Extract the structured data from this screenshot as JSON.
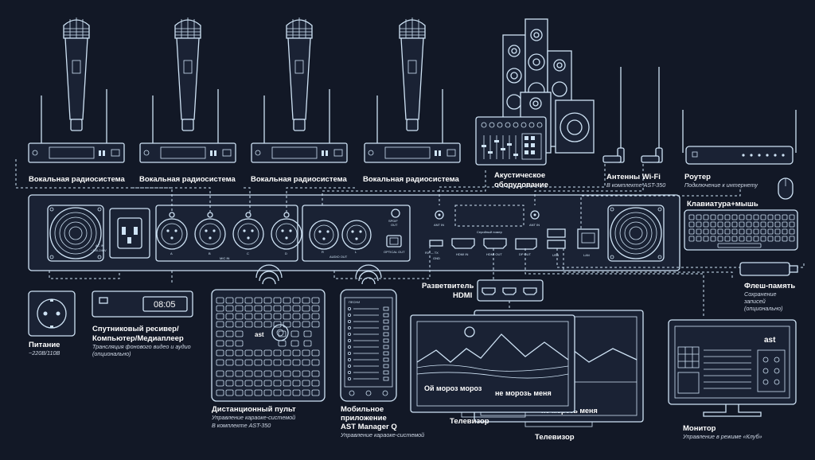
{
  "colors": {
    "background": "#121826",
    "line": "#cfe3f5",
    "text": "#ffffff",
    "subtext": "#cfd8e6"
  },
  "labels": {
    "mic1": "Вокальная радиосистема",
    "mic2": "Вокальная радиосистема",
    "mic3": "Вокальная радиосистема",
    "mic4": "Вокальная радиосистема",
    "acoustic_l1": "Акустическое",
    "acoustic_l2": "оборудование",
    "wifi_title": "Антенны Wi-Fi",
    "wifi_sub": "В комплекте AST-350",
    "router_title": "Роутер",
    "router_sub": "Подключение к интернету",
    "keyboard_title": "Клавиатура+мышь",
    "power_title": "Питание",
    "power_sub": "~220В/110В",
    "sat_l1": "Спутниковый ресивер/",
    "sat_l2": "Компьютер/Медиаплеер",
    "sat_sub1": "Трансляция фонового видео и аудио",
    "sat_sub2": "(опционально)",
    "remote_title": "Дистанционный пульт",
    "remote_sub1": "Управление караоке-системой",
    "remote_sub2": "В комплекте AST-350",
    "app_l1": "Мобильное",
    "app_l2": "приложение",
    "app_l3": "AST Manager Q",
    "app_sub": "Управление караоке-системой",
    "splitter_l1": "Разветвитель",
    "splitter_l2": "HDMI",
    "tv1": "Телевизор",
    "tv2": "Телевизор",
    "flash_title": "Флеш-память",
    "flash_sub1": "Сохранение",
    "flash_sub2": "записей",
    "flash_sub3": "(опционально)",
    "monitor_title": "Монитор",
    "monitor_sub": "Управление в режиме «Клуб»",
    "tv_lyric1": "Ой мороз мороз",
    "tv_lyric2": "не морозь меня",
    "tv_lyric3": "не морозь меня",
    "monitor_logo": "ast",
    "remote_logo": "ast",
    "sat_display": "08:05",
    "app_screen_title": "ПЕСНИ"
  },
  "panel": {
    "ac_in_l1": "AC IN",
    "ac_in_l2": "~100-240V",
    "mic_in": "MIC IN",
    "mic_letters": [
      "A",
      "B",
      "C",
      "D"
    ],
    "audio_out": "AUDIO OUT",
    "audio_r": "R",
    "audio_l": "L",
    "spdif_l1": "SPDIF",
    "spdif_l2": "OUT",
    "optical_out": "OPTICAL OUT",
    "ant_in_1": "ANT IN",
    "ant_in_2": "ANT IN",
    "serial_no": "Серийный номер",
    "rs_label": "RX — TX",
    "gnd": "GND",
    "hdmi_in": "HDMI IN",
    "hdmi_out": "HDMI OUT",
    "dp_out": "DP OUT",
    "usb": "USB",
    "lan": "LAN"
  }
}
